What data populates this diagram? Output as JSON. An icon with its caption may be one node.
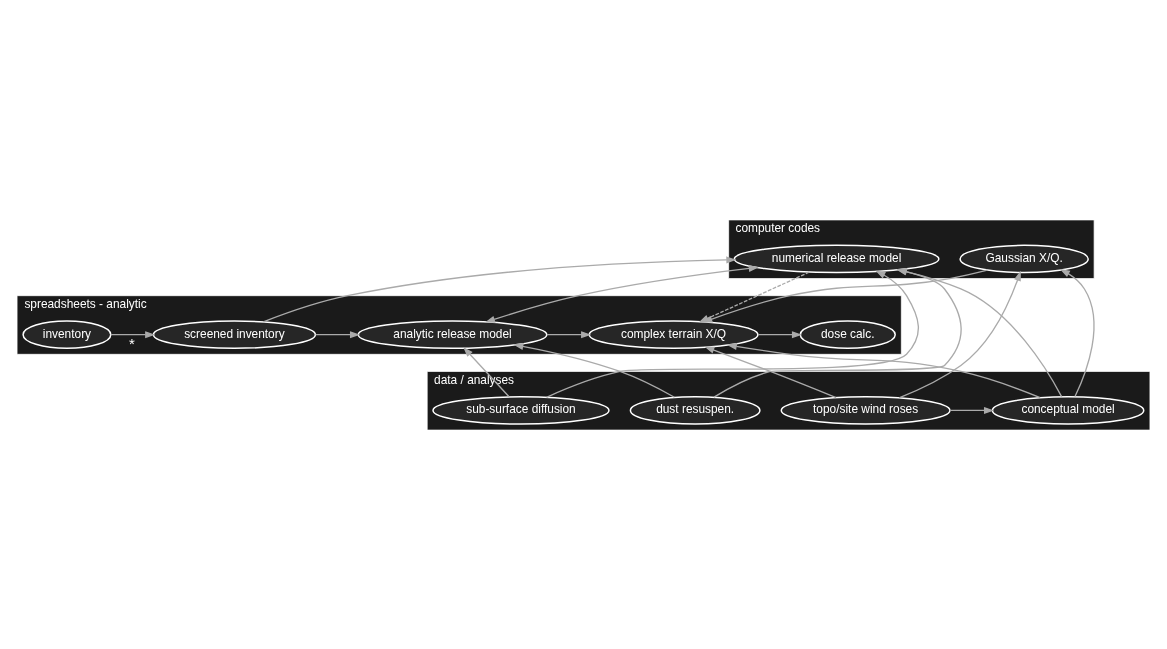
{
  "diagram": {
    "nodes": [
      {
        "text": [
          "spreadsheets - analytic"
        ]
      },
      {
        "text": [
          "inventory"
        ],
        "in": 0
      },
      {
        "text": [
          "screened inventory"
        ],
        "in": 0
      },
      {
        "text": [
          "analytic release model"
        ],
        "in": 0
      },
      {
        "text": [
          "complex terrain X/Q"
        ],
        "in": 0
      },
      {
        "text": [
          "dose calc."
        ],
        "in": 0
      },
      {
        "text": [
          "computer codes"
        ]
      },
      {
        "text": [
          "numerical release model"
        ],
        "in": 6
      },
      {
        "text": [
          "Gaussian X/Q."
        ],
        "in": 6
      },
      {
        "text": [
          "data / analyses"
        ]
      },
      {
        "text": [
          "sub-surface diffusion"
        ],
        "in": 9
      },
      {
        "text": [
          "dust resuspen."
        ],
        "in": 9
      },
      {
        "text": [
          "topo/site wind roses"
        ],
        "in": 9
      },
      {
        "text": [
          "conceptual model"
        ],
        "in": 9
      }
    ],
    "edges": [
      {
        "from": 1,
        "to": 2,
        "arrow": "to",
        "label": "*"
      },
      {
        "from": 2,
        "to": 3,
        "arrow": "to"
      },
      {
        "from": 3,
        "to": 4,
        "arrow": "to"
      },
      {
        "from": 4,
        "to": 5,
        "arrow": "to"
      },
      {
        "from": 2,
        "to": 7,
        "arrow": "to"
      },
      {
        "from": 3,
        "to": 7,
        "arrow": "both"
      },
      {
        "from": 7,
        "to": 4,
        "arrow": "to",
        "style": "dashed"
      },
      {
        "from": 8,
        "to": 4,
        "arrow": "to"
      },
      {
        "from": 10,
        "to": 3,
        "arrow": "to"
      },
      {
        "from": 10,
        "to": 7,
        "arrow": "to"
      },
      {
        "from": 11,
        "to": 3,
        "arrow": "to"
      },
      {
        "from": 11,
        "to": 7,
        "arrow": "to"
      },
      {
        "from": 12,
        "to": 4,
        "arrow": "to"
      },
      {
        "from": 12,
        "to": 8,
        "arrow": "to"
      },
      {
        "from": 12,
        "to": 13,
        "arrow": "to"
      },
      {
        "from": 13,
        "to": 7,
        "arrow": "to"
      },
      {
        "from": 13,
        "to": 4,
        "arrow": "to"
      },
      {
        "from": 13,
        "to": 8,
        "arrow": "to"
      }
    ]
  }
}
